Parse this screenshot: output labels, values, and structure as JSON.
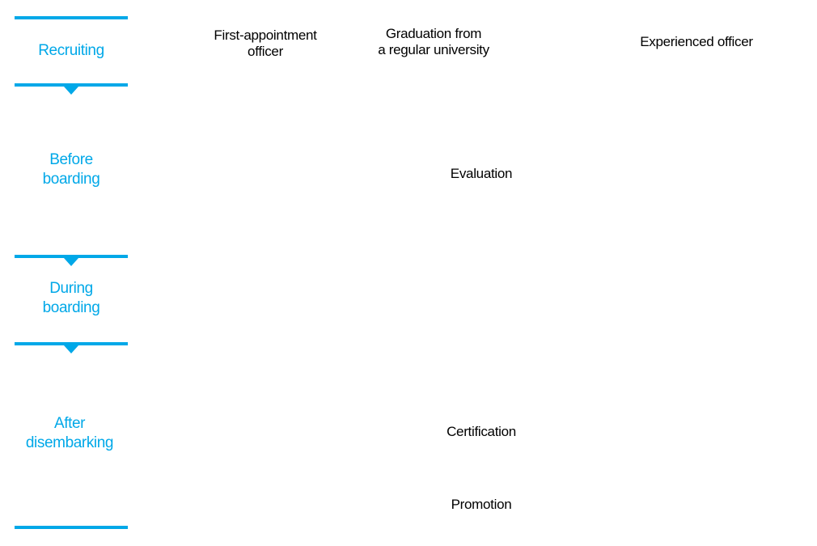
{
  "stages": {
    "recruiting": {
      "lines": [
        "Recruiting"
      ]
    },
    "before_boarding": {
      "lines": [
        "Before",
        "boarding"
      ]
    },
    "during_boarding": {
      "lines": [
        "During",
        "boarding"
      ]
    },
    "after_disembarking": {
      "lines": [
        "After",
        "disembarking"
      ]
    }
  },
  "recruiting_types": {
    "first_appointment": {
      "lines": [
        "First-appointment",
        "officer"
      ]
    },
    "graduation": {
      "lines": [
        "Graduation from",
        "a regular university"
      ]
    },
    "experienced": {
      "lines": [
        "Experienced officer"
      ]
    }
  },
  "steps": {
    "evaluation": "Evaluation",
    "certification": "Certification",
    "promotion": "Promotion"
  },
  "colors": {
    "accent": "#00a8e8",
    "text": "#000000"
  }
}
